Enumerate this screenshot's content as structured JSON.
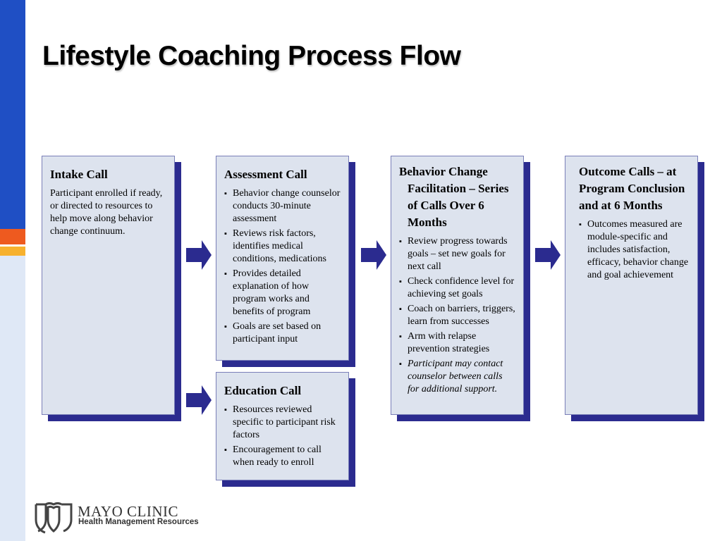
{
  "title": "Lifestyle Coaching Process Flow",
  "intake": {
    "heading": "Intake Call",
    "text": "Participant enrolled if ready, or directed to resources to help move along behavior change continuum."
  },
  "assessment": {
    "heading": "Assessment Call",
    "bullets": [
      "Behavior change counselor conducts 30-minute assessment",
      "Reviews risk factors, identifies medical conditions, medications",
      "Provides detailed explanation of how program works and benefits of program",
      "Goals are set based on participant input"
    ]
  },
  "education": {
    "heading": "Education Call",
    "bullets": [
      "Resources reviewed specific to participant risk factors",
      "Encouragement to call when ready to enroll"
    ]
  },
  "behavior": {
    "heading": "Behavior Change Facilitation – Series of Calls Over 6 Months",
    "bullets": [
      "Review progress towards goals – set new goals for next call",
      "Check confidence level for achieving set goals",
      "Coach on barriers, triggers, learn from successes",
      "Arm with relapse prevention strategies"
    ],
    "italic_bullet": "Participant may contact counselor between calls for additional support."
  },
  "outcome": {
    "heading": "Outcome Calls – at Program Conclusion and at 6 Months",
    "bullets": [
      "Outcomes measured are module-specific and includes satisfaction, efficacy, behavior change and goal achievement"
    ]
  },
  "logo": {
    "name": "MAYO CLINIC",
    "subtitle": "Health Management Resources"
  },
  "colors": {
    "sidebar_blue": "#1f4fc4",
    "sidebar_orange": "#ee5a1f",
    "sidebar_yellow": "#f7b12e",
    "box_fill": "#dde3ee",
    "box_shadow": "#2b2b8f",
    "arrow": "#2b2b8f"
  }
}
